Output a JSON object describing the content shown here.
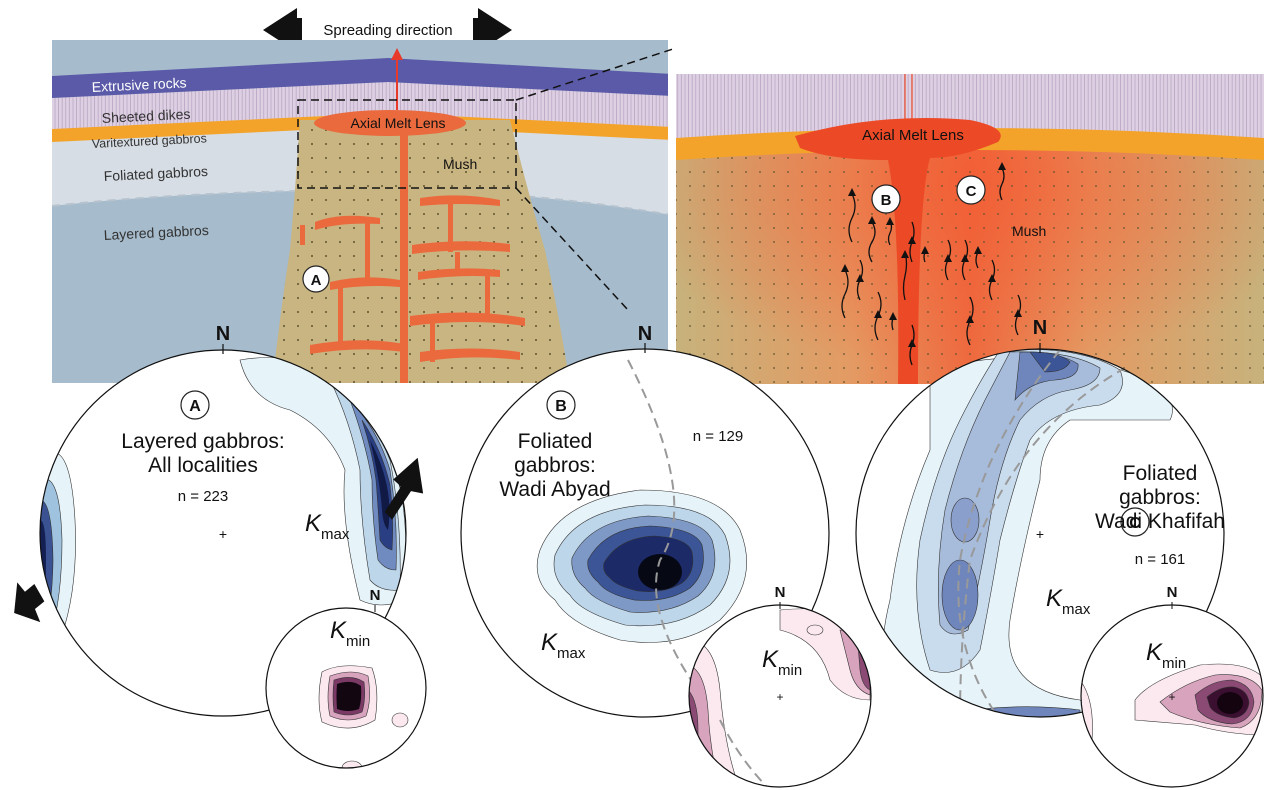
{
  "header": {
    "spreading_direction": "Spreading direction"
  },
  "cross_section": {
    "layers": {
      "extrusive": "Extrusive rocks",
      "sheeted": "Sheeted dikes",
      "varitextured": "Varitextured gabbros",
      "foliated": "Foliated gabbros",
      "layered": "Layered gabbros"
    },
    "axial_melt_lens": "Axial Melt Lens",
    "mush": "Mush",
    "marker_a": "A"
  },
  "zoom_panel": {
    "axial_melt_lens": "Axial Melt Lens",
    "mush": "Mush",
    "marker_b": "B",
    "marker_c": "C"
  },
  "stereonets": [
    {
      "marker": "A",
      "title_line1": "Layered gabbros:",
      "title_line2": "All localities",
      "n": "n = 223",
      "north": "N",
      "kmax_k": "K",
      "kmax_sub": "max",
      "inset": {
        "north": "N",
        "kmin_k": "K",
        "kmin_sub": "min"
      }
    },
    {
      "marker": "B",
      "title_line1": "Foliated",
      "title_line2": "gabbros:",
      "title_line3": "Wadi Abyad",
      "n": "n = 129",
      "north": "N",
      "kmax_k": "K",
      "kmax_sub": "max",
      "inset": {
        "north": "N",
        "kmin_k": "K",
        "kmin_sub": "min"
      }
    },
    {
      "marker": "C",
      "title_line1": "Foliated",
      "title_line2": "gabbros:",
      "title_line3": "Wadi Khafifah",
      "n": "n = 161",
      "north": "N",
      "kmax_k": "K",
      "kmax_sub": "max",
      "inset": {
        "north": "N",
        "kmin_k": "K",
        "kmin_sub": "min"
      }
    }
  ],
  "colors": {
    "extrusive": "#5a5aa8",
    "sheeted": "#ddd0e3",
    "varitextured": "#f3a32a",
    "foliated": "#d6dde4",
    "layered": "#a6bbcc",
    "mush": "#c9b582",
    "melt": "#ea6a3d",
    "contour_blue_dark": "#1c2a68",
    "contour_pink_dark": "#3a0f2f"
  }
}
